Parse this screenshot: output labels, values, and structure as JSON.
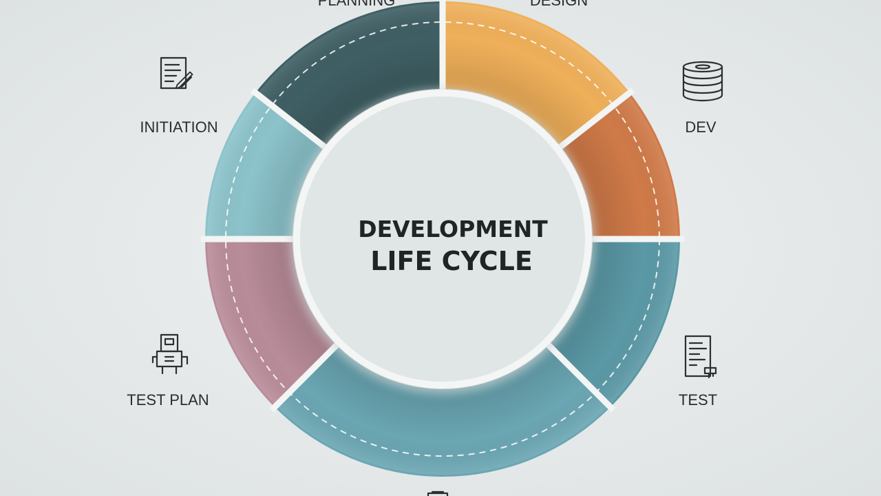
{
  "diagram": {
    "center": {
      "line1": "DEVELOPMENT",
      "line2": "LIFE CYCLE"
    },
    "phases": [
      {
        "id": "planning",
        "label": "PLANNING",
        "color": "#3f5f64",
        "icon": null
      },
      {
        "id": "design",
        "label": "DESIGN",
        "color": "#f0b05a",
        "icon": null
      },
      {
        "id": "dev",
        "label": "DEV",
        "color": "#d07a48",
        "icon": "database-icon"
      },
      {
        "id": "test",
        "label": "TEST",
        "color": "#5b99a6",
        "icon": "test-document-icon"
      },
      {
        "id": "bottom",
        "label": "",
        "color": "#6aa6b3",
        "icon": "clipboard-icon"
      },
      {
        "id": "test-plan",
        "label": "TEST PLAN",
        "color": "#b98c99",
        "icon": "robot-icon"
      },
      {
        "id": "initiation",
        "label": "INITIATION",
        "color": "#8cc3cb",
        "icon": "document-pen-icon"
      }
    ]
  }
}
